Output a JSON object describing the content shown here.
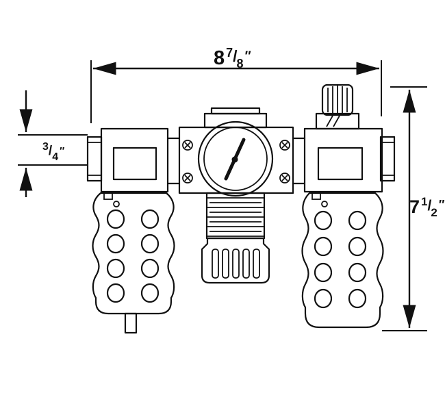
{
  "dimensions": {
    "width": {
      "whole": "8",
      "numerator": "7",
      "slash": "/",
      "denominator": "8",
      "unit": "″"
    },
    "port": {
      "numerator": "3",
      "slash": "/",
      "denominator": "4",
      "unit": "″"
    },
    "height": {
      "whole": "7",
      "numerator": "1",
      "slash": "/",
      "denominator": "2",
      "unit": "″"
    }
  }
}
